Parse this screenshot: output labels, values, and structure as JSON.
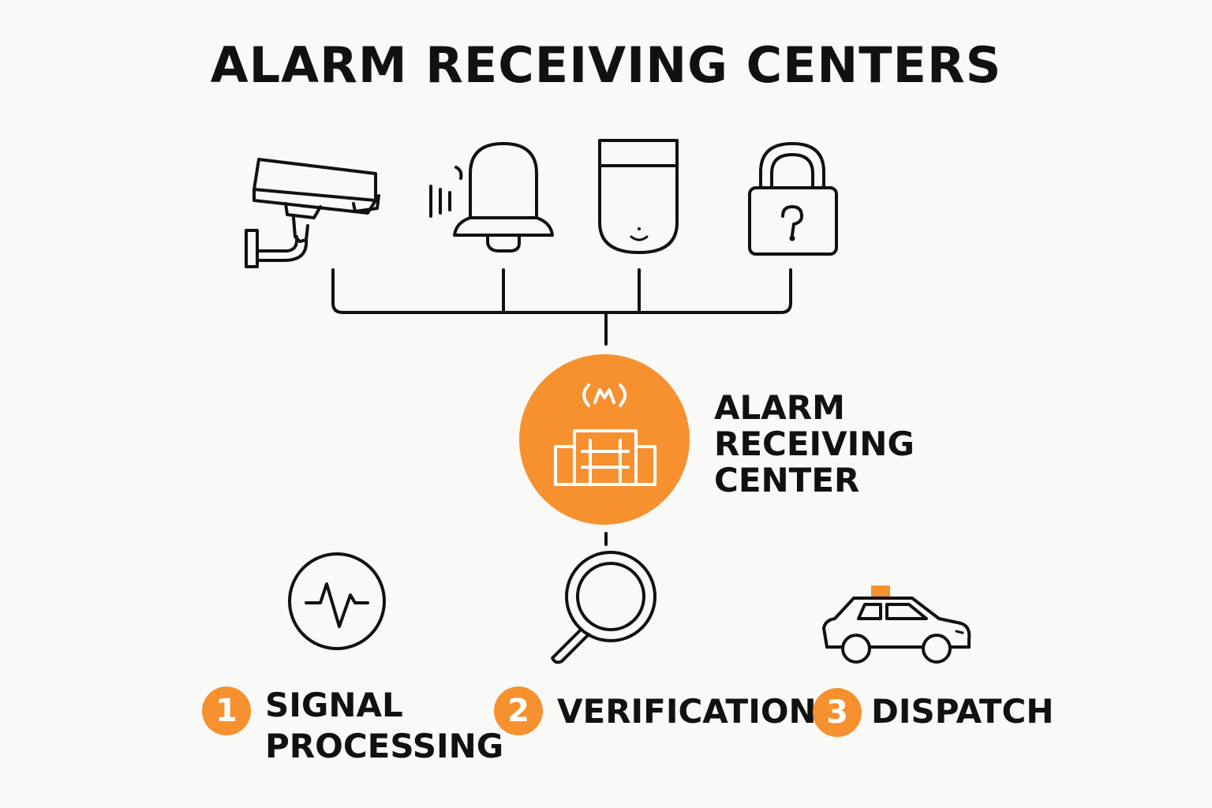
{
  "title": "ALARM RECEIVING CENTERS",
  "colors": {
    "accent": "#f7902f",
    "stroke": "#111111",
    "background": "#f9f9f8"
  },
  "devices": [
    {
      "icon": "security-camera-icon"
    },
    {
      "icon": "alarm-bell-icon"
    },
    {
      "icon": "motion-sensor-icon"
    },
    {
      "icon": "padlock-icon"
    }
  ],
  "center": {
    "icon": "building-signal-icon",
    "label_lines": [
      "ALARM",
      "RECEIVING",
      "CENTER"
    ]
  },
  "steps": [
    {
      "number": "1",
      "label_lines": [
        "SIGNAL",
        "PROCESSING"
      ],
      "icon": "heartbeat-signal-icon"
    },
    {
      "number": "2",
      "label_lines": [
        "VERIFICATION"
      ],
      "icon": "magnifier-icon"
    },
    {
      "number": "3",
      "label_lines": [
        "DISPATCH"
      ],
      "icon": "patrol-car-icon"
    }
  ]
}
